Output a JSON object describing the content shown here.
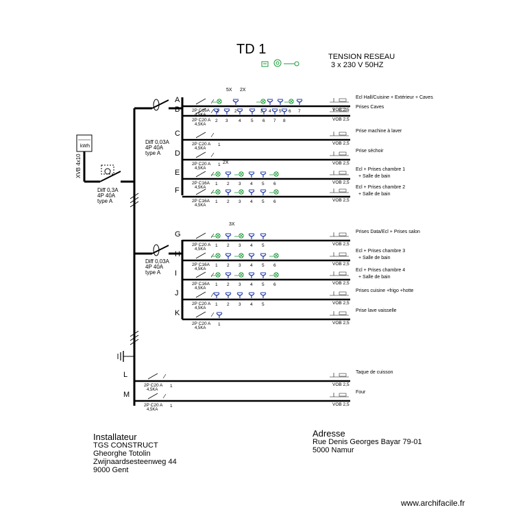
{
  "title": "TD 1",
  "network": {
    "line1": "TENSION RESEAU",
    "line2": "3 x 230 V 50HZ"
  },
  "main_feed": {
    "cable": "XVB 4x10",
    "meter": "kWh",
    "diff": [
      "Diff 0,3A",
      "4P 40A",
      "type A"
    ]
  },
  "groups": [
    {
      "diff": [
        "Diff 0,03A",
        "4P 40A",
        "type A"
      ]
    },
    {
      "diff": [
        "Diff 0,03A",
        "4P 40A",
        "type A"
      ]
    }
  ],
  "circuits": [
    {
      "letter": "A",
      "breaker": "2P C16A",
      "kA": "4,5KA",
      "cable": "VOB 2,5",
      "desc": [
        "Ecl Hall/Cuisine + Extérieur + Caves"
      ],
      "points": [
        "1",
        "2",
        "3",
        "4",
        "5",
        "6",
        "7"
      ],
      "counts": [
        "5X",
        "2X"
      ]
    },
    {
      "letter": "B",
      "breaker": "2P C20 A",
      "kA": "4,5KA",
      "cable": "VOB 2,5",
      "desc": [
        "Prises Caves"
      ],
      "points": [
        "2",
        "3",
        "4",
        "5",
        "6",
        "7",
        "8"
      ],
      "counts": []
    },
    {
      "letter": "C",
      "breaker": "2P C20 A",
      "kA": "4,5KA",
      "cable": "VOB 2,5",
      "desc": [
        "Prise machine à laver"
      ],
      "points": [
        "1"
      ],
      "counts": []
    },
    {
      "letter": "D",
      "breaker": "2P C20 A",
      "kA": "4,5KA",
      "cable": "VOB 2,5",
      "desc": [
        "Prise séchoir"
      ],
      "points": [
        "1"
      ],
      "counts": []
    },
    {
      "letter": "E",
      "breaker": "2P C16A",
      "kA": "4,5KA",
      "cable": "VOB 2,5",
      "desc": [
        "Ecl + Prises chambre 1",
        "+ Salle de bain"
      ],
      "points": [
        "1",
        "2",
        "3",
        "4",
        "5",
        "6"
      ],
      "counts": [
        "2X"
      ]
    },
    {
      "letter": "F",
      "breaker": "2P C16A",
      "kA": "4,5KA",
      "cable": "VOB 2,5",
      "desc": [
        "Ecl + Prises chambre 2",
        "+ Salle de bain"
      ],
      "points": [
        "1",
        "2",
        "3",
        "4",
        "5",
        "6"
      ],
      "counts": []
    },
    {
      "letter": "G",
      "breaker": "2P C20 A",
      "kA": "4,5KA",
      "cable": "VOB 2,5",
      "desc": [
        "Prises Data/Ecl + Prises salon"
      ],
      "points": [
        "1",
        "2",
        "3",
        "4",
        "5"
      ],
      "counts": [
        "3X"
      ]
    },
    {
      "letter": "H",
      "breaker": "2P C16A",
      "kA": "4,5KA",
      "cable": "VOB 2,5",
      "desc": [
        "Ecl + Prises chambre 3",
        "+ Salle de bain"
      ],
      "points": [
        "1",
        "2",
        "3",
        "4",
        "5",
        "6"
      ],
      "counts": []
    },
    {
      "letter": "I",
      "breaker": "2P C16A",
      "kA": "4,5KA",
      "cable": "VOB 2,5",
      "desc": [
        "Ecl + Prises chambre 4",
        "+ Salle de bain"
      ],
      "points": [
        "1",
        "2",
        "3",
        "4",
        "5",
        "6"
      ],
      "counts": []
    },
    {
      "letter": "J",
      "breaker": "2P C20 A",
      "kA": "4,5KA",
      "cable": "VOB 2,5",
      "desc": [
        "Prises cuisine +frigo +hotte"
      ],
      "points": [
        "1",
        "2",
        "3",
        "4",
        "5"
      ],
      "counts": []
    },
    {
      "letter": "K",
      "breaker": "2P C20 A",
      "kA": "4,5KA",
      "cable": "VOB 2,5",
      "desc": [
        "Prise lave vaisselle"
      ],
      "points": [
        "1"
      ],
      "counts": []
    },
    {
      "letter": "L",
      "breaker": "2P C20 A",
      "kA": "4,5KA",
      "cable": "VOB 2,5",
      "desc": [
        "Taque de cuisson"
      ],
      "points": [
        "1"
      ],
      "counts": []
    },
    {
      "letter": "M",
      "breaker": "2P C20 A",
      "kA": "4,5KA",
      "cable": "VOB 2,5",
      "desc": [
        "Four"
      ],
      "points": [
        "1"
      ],
      "counts": []
    }
  ],
  "installer": {
    "heading": "Installateur",
    "company": "TGS CONSTRUCT",
    "name": "Gheorghe Totolin",
    "street": "Zwijnaardsesteenweg 44",
    "city": "9000 Gent"
  },
  "address": {
    "heading": "Adresse",
    "street": "Rue Denis Georges Bayar 79-01",
    "city": "5000 Namur"
  },
  "watermark": "www.archifacile.fr",
  "colors": {
    "line": "#000000",
    "socket": "#1f3aa8",
    "light": "#1e9a3a"
  },
  "icons": {
    "socket": "socket-icon",
    "light": "light-point-icon",
    "switch": "switch-icon",
    "earth": "earth-icon"
  }
}
